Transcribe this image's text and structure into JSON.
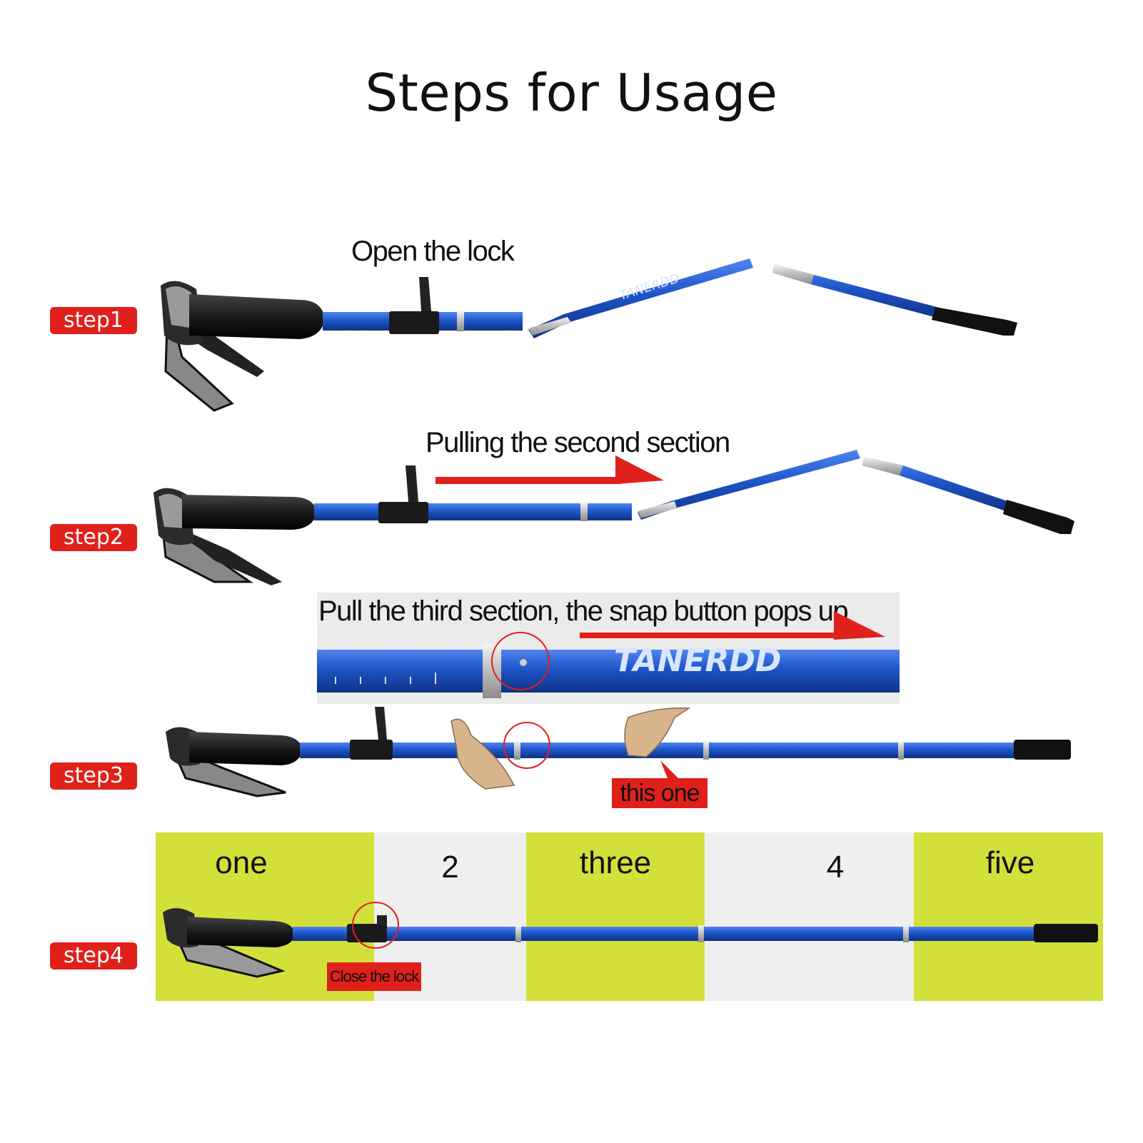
{
  "title": "Steps for Usage",
  "steps": [
    {
      "label": "step1",
      "caption": "Open the lock"
    },
    {
      "label": "step2",
      "caption": "Pulling the second section"
    },
    {
      "label": "step3",
      "caption": "Pull the third section, the snap button pops up",
      "callout": "this one"
    },
    {
      "label": "step4",
      "callout": "Close the lock"
    }
  ],
  "segments": [
    "one",
    "2",
    "three",
    "4",
    "five"
  ],
  "colors": {
    "accent_red": "#e0201b",
    "band_green": "#d4e03a",
    "band_grey": "#efefef",
    "pole_blue": "#1e55c8",
    "grip_black": "#1a1a1a"
  }
}
